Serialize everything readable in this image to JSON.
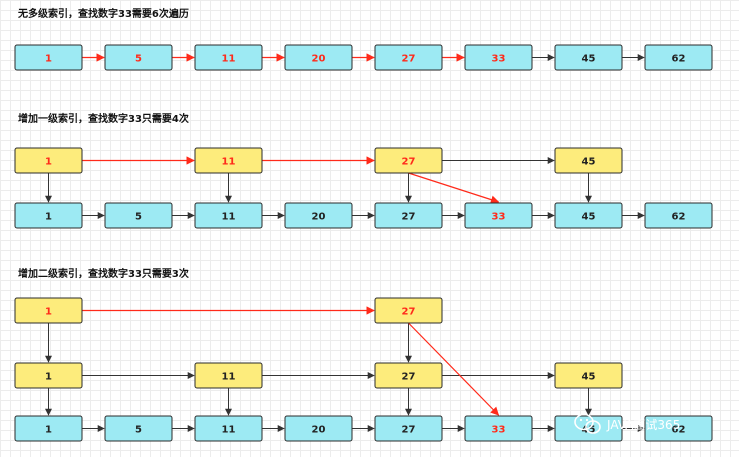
{
  "colors": {
    "base_node": "#9deaf3",
    "index_node": "#fdec7c",
    "highlight_text": "#ff2a1a",
    "default_text": "#222222",
    "arrow_default": "#333333",
    "arrow_highlight": "#ff2a1a"
  },
  "sections": [
    {
      "caption": "无多级索引，查找数字33需要6次遍历",
      "levels": [
        {
          "kind": "base",
          "nodes": [
            {
              "label": "1",
              "hl": true
            },
            {
              "label": "5",
              "hl": true
            },
            {
              "label": "11",
              "hl": true
            },
            {
              "label": "20",
              "hl": true
            },
            {
              "label": "27",
              "hl": true
            },
            {
              "label": "33",
              "hl": true
            },
            {
              "label": "45",
              "hl": false
            },
            {
              "label": "62",
              "hl": false
            }
          ]
        }
      ]
    },
    {
      "caption": "增加一级索引，查找数字33只需要4次",
      "levels": [
        {
          "kind": "index",
          "nodes": [
            {
              "label": "1",
              "hl": true
            },
            {
              "label": "11",
              "hl": true
            },
            {
              "label": "27",
              "hl": true
            },
            {
              "label": "45",
              "hl": false
            }
          ]
        },
        {
          "kind": "base",
          "nodes": [
            {
              "label": "1",
              "hl": false
            },
            {
              "label": "5",
              "hl": false
            },
            {
              "label": "11",
              "hl": false
            },
            {
              "label": "20",
              "hl": false
            },
            {
              "label": "27",
              "hl": false
            },
            {
              "label": "33",
              "hl": true
            },
            {
              "label": "45",
              "hl": false
            },
            {
              "label": "62",
              "hl": false
            }
          ]
        }
      ]
    },
    {
      "caption": "增加二级索引，查找数字33只需要3次",
      "levels": [
        {
          "kind": "index",
          "nodes": [
            {
              "label": "1",
              "hl": true
            },
            {
              "label": "27",
              "hl": true
            }
          ]
        },
        {
          "kind": "index",
          "nodes": [
            {
              "label": "1",
              "hl": false
            },
            {
              "label": "11",
              "hl": false
            },
            {
              "label": "27",
              "hl": false
            },
            {
              "label": "45",
              "hl": false
            }
          ]
        },
        {
          "kind": "base",
          "nodes": [
            {
              "label": "1",
              "hl": false
            },
            {
              "label": "5",
              "hl": false
            },
            {
              "label": "11",
              "hl": false
            },
            {
              "label": "20",
              "hl": false
            },
            {
              "label": "27",
              "hl": false
            },
            {
              "label": "33",
              "hl": true
            },
            {
              "label": "45",
              "hl": false
            },
            {
              "label": "62",
              "hl": false
            }
          ]
        }
      ]
    }
  ],
  "watermark": {
    "icon": "wechat-icon",
    "text": "JAVA面试365"
  }
}
